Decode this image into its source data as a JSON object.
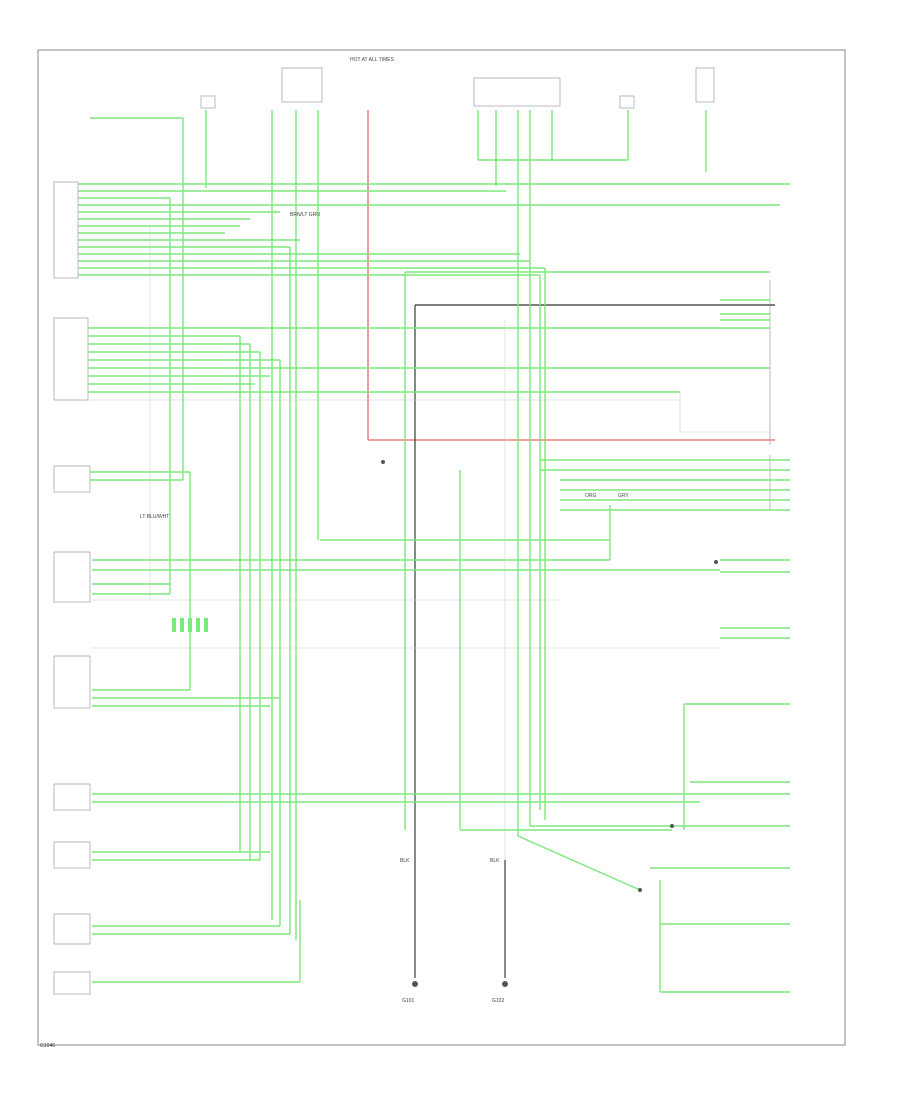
{
  "diagram": {
    "type": "wiring-schematic",
    "colors": {
      "border": "#888888",
      "wire": "#7be87b",
      "power": "#f08080",
      "ground": "#555555",
      "text": "#444444",
      "box": "#b0b0b0"
    },
    "top_bus_label": "HOT AT ALL TIMES",
    "bottom_code": "G1046",
    "ground_labels": [
      "BLK",
      "BLK"
    ],
    "ground_points": [
      "G101",
      "G102"
    ],
    "split_labels": [
      "BRN/LT GRN",
      "LT BLU/WHT"
    ],
    "middle_labels": [
      "ORG",
      "GRY"
    ]
  },
  "icons": [
    "ground-icon",
    "splice-icon",
    "connector-icon"
  ]
}
